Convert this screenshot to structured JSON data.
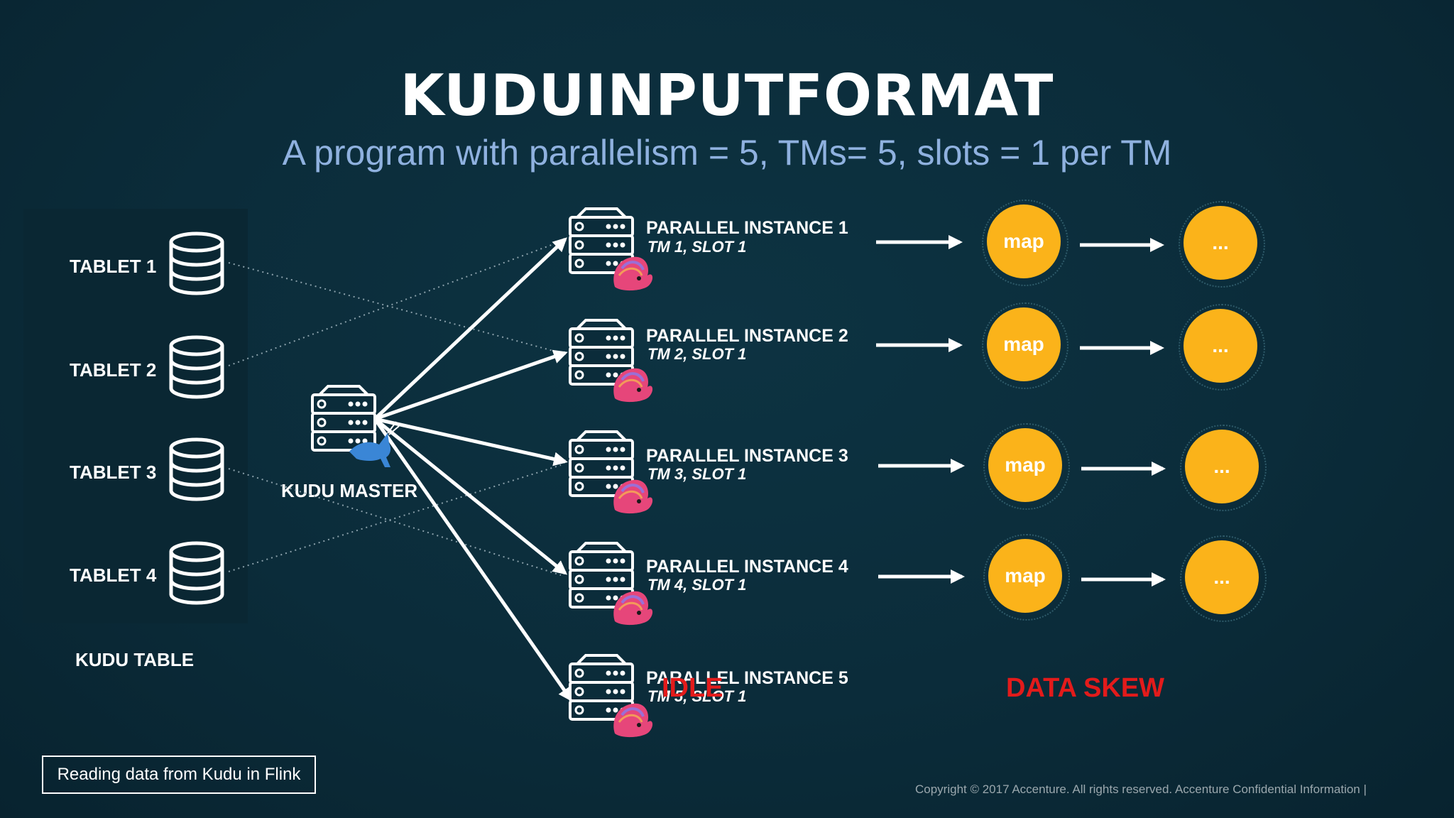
{
  "title": "KUDUINPUTFORMAT",
  "subtitle": "A program with parallelism = 5, TMs= 5, slots = 1 per TM",
  "kudu_table": {
    "label": "KUDU TABLE",
    "tablets": [
      "TABLET 1",
      "TABLET 2",
      "TABLET 3",
      "TABLET 4"
    ]
  },
  "kudu_master": {
    "label": "KUDU MASTER"
  },
  "instances": [
    {
      "title": "PARALLEL INSTANCE 1",
      "sub": "TM 1, SLOT 1",
      "map": "map",
      "next": "..."
    },
    {
      "title": "PARALLEL INSTANCE 2",
      "sub": "TM 2, SLOT 1",
      "map": "map",
      "next": "..."
    },
    {
      "title": "PARALLEL INSTANCE 3",
      "sub": "TM 3, SLOT 1",
      "map": "map",
      "next": "..."
    },
    {
      "title": "PARALLEL INSTANCE 4",
      "sub": "TM 4, SLOT 1",
      "map": "map",
      "next": "..."
    },
    {
      "title": "PARALLEL INSTANCE 5",
      "sub": "TM 5, SLOT 1"
    }
  ],
  "labels": {
    "idle": "IDLE",
    "data_skew": "DATA SKEW"
  },
  "footer": {
    "box": "Reading data from Kudu in Flink",
    "copyright": "Copyright © 2017  Accenture. All rights reserved. Accenture Confidential Information    |"
  },
  "colors": {
    "background": "#0b2c3a",
    "accent": "#fbb31a",
    "subtitle": "#8fb1df",
    "warning": "#e31b1b"
  },
  "icons": {
    "tablet": "database-icon",
    "master": "server-icon",
    "instance": "server-icon",
    "instance_badge": "flink-squirrel-icon",
    "master_badge": "kudu-antelope-icon"
  }
}
